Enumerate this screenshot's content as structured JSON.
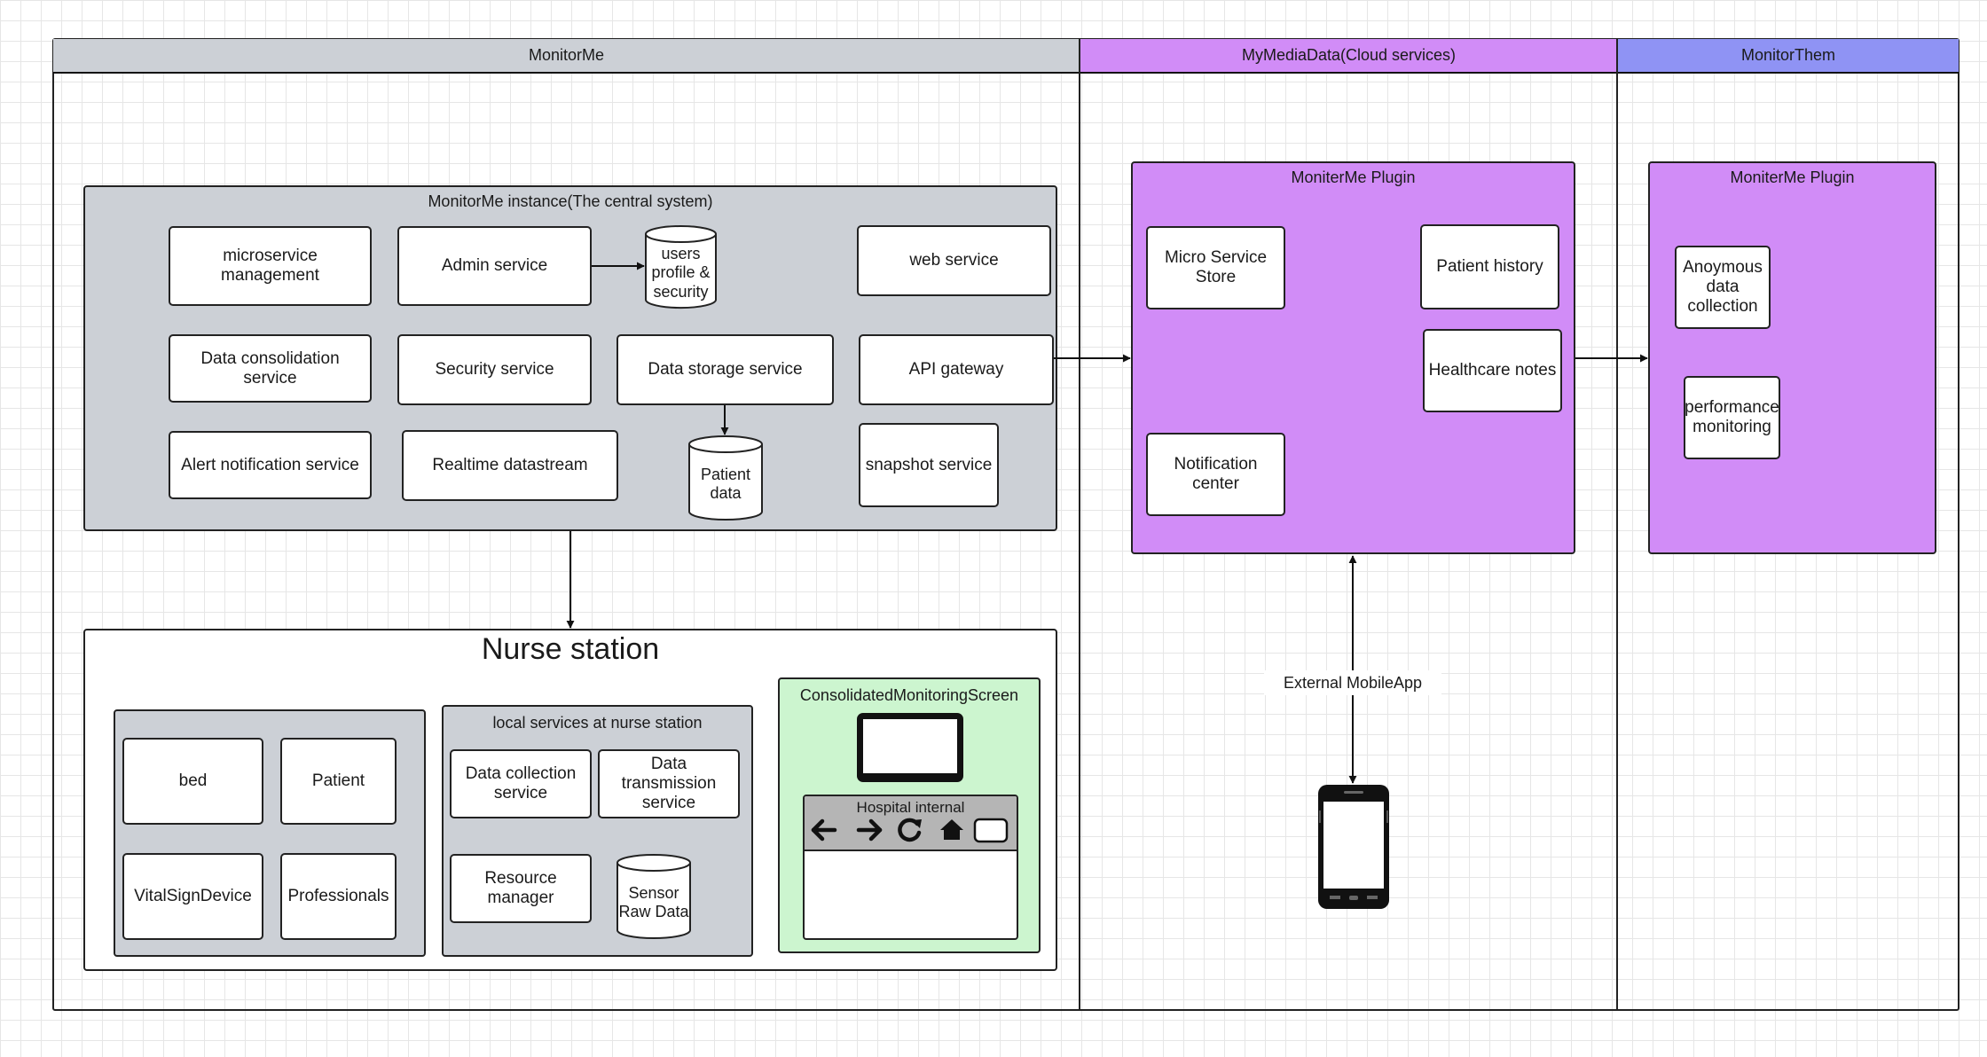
{
  "lanes": [
    {
      "title": "MonitorMe",
      "color": "#ccd0d6"
    },
    {
      "title": "MyMediaData(Cloud services)",
      "color": "#d18cf7"
    },
    {
      "title": "MonitorThem",
      "color": "#8f93f4"
    }
  ],
  "central": {
    "title": "MonitorMe instance(The central system)",
    "services": {
      "microservice": "microservice management",
      "admin": "Admin service",
      "users_db": "users profile & security",
      "web": "web service",
      "consolidation": "Data consolidation service",
      "security": "Security service",
      "storage": "Data storage service",
      "api": "API gateway",
      "alert": "Alert notification service",
      "realtime": "Realtime datastream",
      "patient_db": "Patient data",
      "snapshot": "snapshot service"
    }
  },
  "nurse": {
    "title": "Nurse station",
    "bed": "bed",
    "patient": "Patient",
    "vital": "VitalSignDevice",
    "professionals": "Professionals",
    "local_title": "local services at nurse station",
    "collection": "Data collection service",
    "transmission": "Data transmission service",
    "resource": "Resource manager",
    "sensor_db": "Sensor Raw Data",
    "screen_title": "ConsolidatedMonitoringScreen",
    "browser_title": "Hospital internal"
  },
  "cloud": {
    "title": "MoniterMe Plugin",
    "store": "Micro Service Store",
    "history": "Patient history",
    "notes": "Healthcare notes",
    "notification": "Notification center",
    "mobile_label": "External MobileApp"
  },
  "them": {
    "title": "MoniterMe Plugin",
    "anon": "Anoymous data collection",
    "perf": "performance monitoring"
  },
  "colors": {
    "lane_monitorme": "#ccd0d6",
    "lane_cloud": "#d18cf7",
    "lane_them": "#8f93f4",
    "central_fill": "#ccd0d6",
    "plugin_fill": "#d18cf7",
    "screen_fill": "#ccf5cf"
  }
}
